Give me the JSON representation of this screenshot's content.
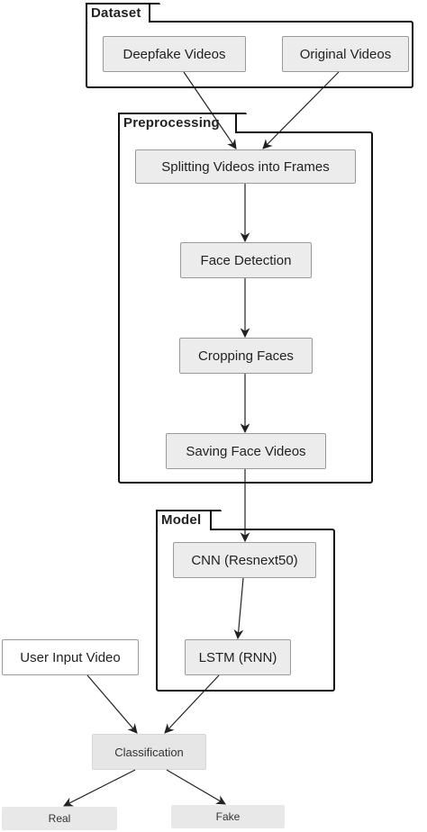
{
  "packages": {
    "dataset": "Dataset",
    "preprocessing": "Preprocessing",
    "model": "Model"
  },
  "nodes": {
    "deepfake_videos": "Deepfake Videos",
    "original_videos": "Original Videos",
    "splitting": "Splitting Videos into Frames",
    "face_detection": "Face Detection",
    "cropping_faces": "Cropping Faces",
    "saving_face_videos": "Saving Face Videos",
    "cnn": "CNN (Resnext50)",
    "lstm": "LSTM (RNN)",
    "user_input_video": "User Input Video",
    "classification": "Classification",
    "real": "Real",
    "fake": "Fake"
  }
}
